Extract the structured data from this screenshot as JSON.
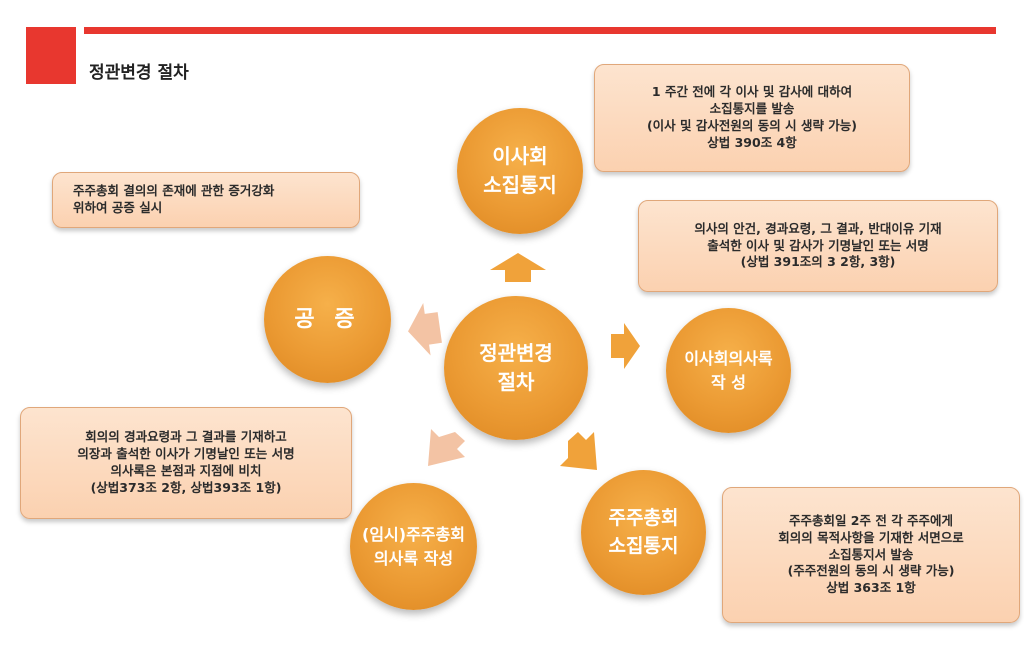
{
  "header": {
    "title": "정관변경 절차",
    "accent_color": "#e8372f"
  },
  "diagram": {
    "center": {
      "lines": [
        "정관변경",
        "절차"
      ]
    },
    "nodes": {
      "board_notice": {
        "lines": [
          "이사회",
          "소집통지"
        ]
      },
      "board_minutes": {
        "lines": [
          "이사회의사록",
          "작 성"
        ]
      },
      "shareholder_notice": {
        "lines": [
          "주주총회",
          "소집통지"
        ]
      },
      "shareholder_minutes": {
        "lines": [
          "(임시)주주총회",
          "의사록 작성"
        ]
      },
      "notary": {
        "lines": [
          "공 증"
        ]
      }
    },
    "notes": {
      "board_notice": [
        "1 주간 전에 각 이사 및 감사에 대하여",
        "소집통지를 발송",
        "(이사 및 감사전원의 동의 시 생략 가능)",
        "상법 390조 4항"
      ],
      "notary": [
        "주주총회 결의의 존재에 관한 증거강화",
        "위하여 공증 실시"
      ],
      "board_minutes": [
        "의사의 안건, 경과요령, 그 결과, 반대이유 기재",
        "출석한 이사 및 감사가 기명날인  또는 서명",
        "(상법 391조의 3 2항, 3항)"
      ],
      "shareholder_minutes": [
        "회의의 경과요령과 그 결과를 기재하고",
        "의장과 출석한 이사가 기명날인 또는 서명",
        "의사록은 본점과 지점에 비치",
        "(상법373조 2항, 상법393조 1항)"
      ],
      "shareholder_notice": [
        "주주총회일 2주 전 각 주주에게",
        "회의의 목적사항을 기재한 서면으로",
        "소집통지서 발송",
        "(주주전원의 동의 시 생략 가능)",
        "상법 363조 1항"
      ]
    },
    "colors": {
      "circle": "#eb9a33",
      "box_fill": "#fbd8bd",
      "box_border": "#e0a77a",
      "arrow": "#f0a23a",
      "arrow_faded": "#f3c3a4"
    }
  }
}
